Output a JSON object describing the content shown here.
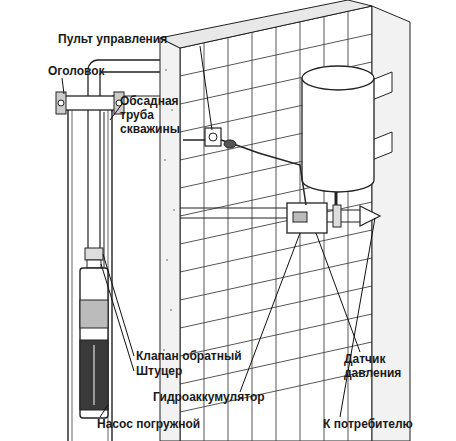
{
  "diagram": {
    "labels": [
      "Пульт управления",
      "Оголовок",
      "Обсадная труба скважины",
      "Клапан обратный",
      "Штуцер",
      "Датчик давления",
      "Гидроаккумулятор",
      "Насос погружной",
      "К потребителю"
    ]
  }
}
